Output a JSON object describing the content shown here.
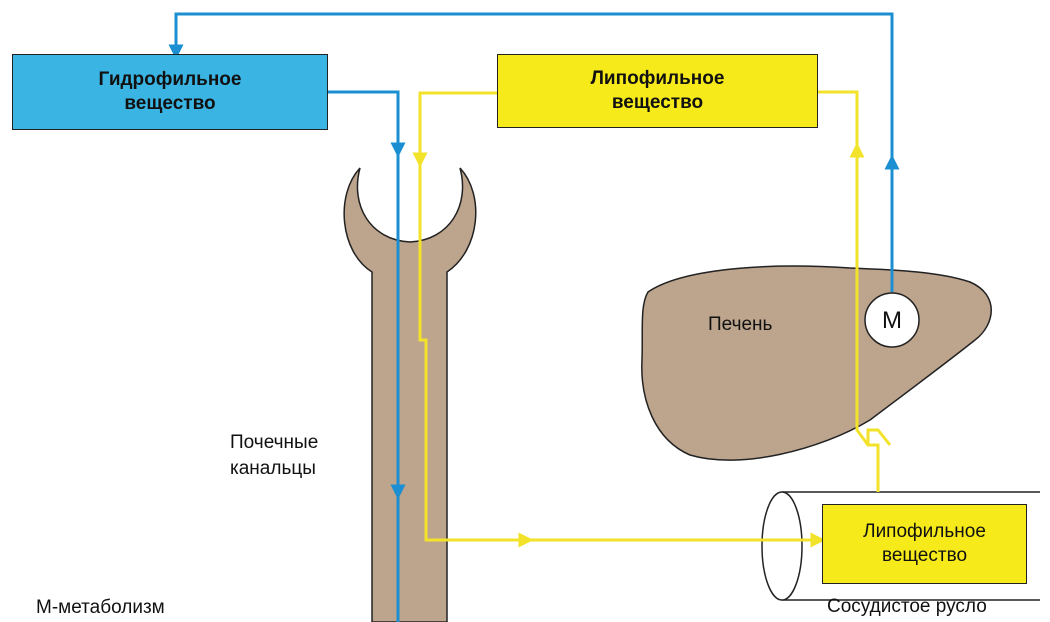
{
  "colors": {
    "hydrophilic_fill": "#3ab4e3",
    "hydrophilic_line": "#1b8fd1",
    "lipophilic_fill": "#f6ea1a",
    "lipophilic_line": "#f2e32a",
    "tissue_fill": "#bca48d",
    "outline": "#222222"
  },
  "boxes": {
    "hydrophilic": {
      "line1": "Гидрофильное",
      "line2": "вещество"
    },
    "lipophilic_top": {
      "line1": "Липофильное",
      "line2": "вещество"
    },
    "lipophilic_vessel": {
      "line1": "Липофильное",
      "line2": "вещество"
    }
  },
  "labels": {
    "liver": "Печень",
    "metabolism_node": "М",
    "tubules_line1": "Почечные",
    "tubules_line2": "канальцы",
    "vessel": "Сосудистое русло",
    "legend": "М-метаболизм"
  }
}
